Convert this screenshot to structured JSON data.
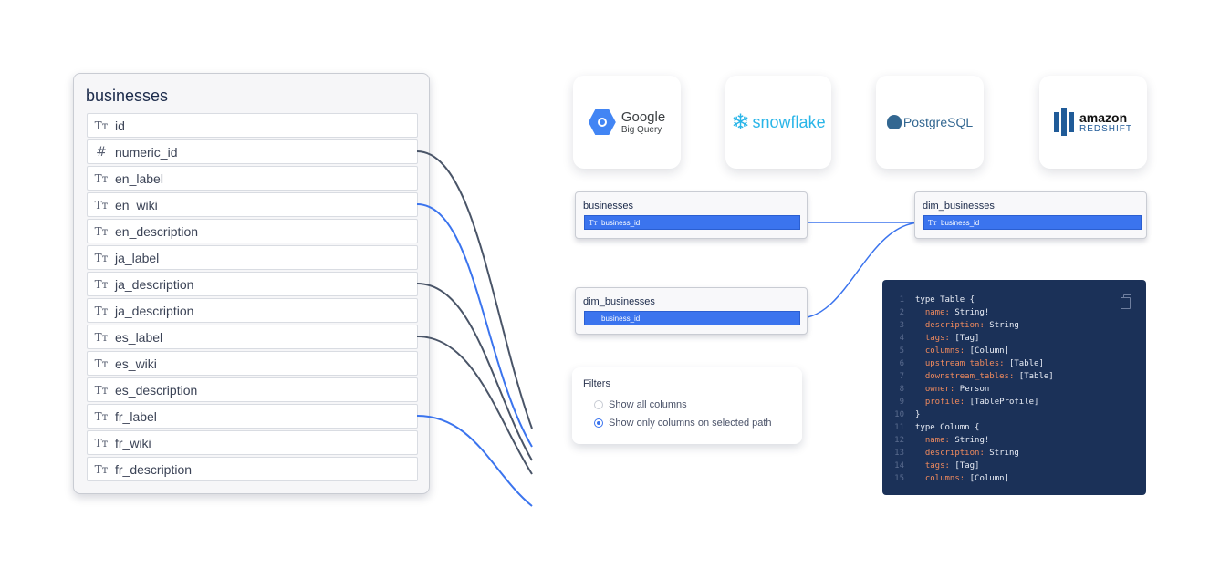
{
  "main_table": {
    "title": "businesses",
    "columns": [
      {
        "icon": "Tт",
        "name": "id"
      },
      {
        "icon": "#",
        "name": "numeric_id"
      },
      {
        "icon": "Tт",
        "name": "en_label"
      },
      {
        "icon": "Tт",
        "name": "en_wiki"
      },
      {
        "icon": "Tт",
        "name": "en_description"
      },
      {
        "icon": "Tт",
        "name": "ja_label"
      },
      {
        "icon": "Tт",
        "name": "ja_description"
      },
      {
        "icon": "Tт",
        "name": "ja_description"
      },
      {
        "icon": "Tт",
        "name": "es_label"
      },
      {
        "icon": "Tт",
        "name": "es_wiki"
      },
      {
        "icon": "Tт",
        "name": "es_description"
      },
      {
        "icon": "Tт",
        "name": "fr_label"
      },
      {
        "icon": "Tт",
        "name": "fr_wiki"
      },
      {
        "icon": "Tт",
        "name": "fr_description"
      }
    ]
  },
  "logos": {
    "google": {
      "line1": "Google",
      "line2": "Big Query"
    },
    "snowflake": {
      "icon": "❄",
      "text": "snowflake"
    },
    "postgres": {
      "text": "PostgreSQL"
    },
    "redshift": {
      "line1": "amazon",
      "line2": "REDSHIFT"
    }
  },
  "lineage": {
    "source": {
      "title": "businesses",
      "icon": "Tт",
      "column": "business_id"
    },
    "target": {
      "title": "dim_businesses",
      "icon": "Tт",
      "column": "business_id"
    },
    "second": {
      "title": "dim_businesses",
      "icon": "",
      "column": "business_id"
    }
  },
  "filters": {
    "title": "Filters",
    "options": [
      {
        "label": "Show all columns",
        "selected": false
      },
      {
        "label": "Show only columns on selected path",
        "selected": true
      }
    ]
  },
  "code": {
    "lines": [
      {
        "n": "1",
        "k": "",
        "t": "type Table {"
      },
      {
        "n": "2",
        "k": "  name:",
        "t": " String!"
      },
      {
        "n": "3",
        "k": "  description:",
        "t": " String"
      },
      {
        "n": "4",
        "k": "  tags:",
        "t": " [Tag]"
      },
      {
        "n": "5",
        "k": "  columns:",
        "t": " [Column]"
      },
      {
        "n": "6",
        "k": "  upstream_tables:",
        "t": " [Table]"
      },
      {
        "n": "7",
        "k": "  downstream_tables:",
        "t": " [Table]"
      },
      {
        "n": "8",
        "k": "  owner:",
        "t": " Person"
      },
      {
        "n": "9",
        "k": "  profile:",
        "t": " [TableProfile]"
      },
      {
        "n": "10",
        "k": "",
        "t": "}"
      },
      {
        "n": "11",
        "k": "",
        "t": "type Column {"
      },
      {
        "n": "12",
        "k": "  name:",
        "t": " String!"
      },
      {
        "n": "13",
        "k": "  description:",
        "t": " String"
      },
      {
        "n": "14",
        "k": "  tags:",
        "t": " [Tag]"
      },
      {
        "n": "15",
        "k": "  columns:",
        "t": " [Column]"
      }
    ]
  },
  "colors": {
    "accent": "#3b74ee",
    "line_dark": "#4a5568",
    "line_blue": "#3b74ee",
    "code_bg": "#1b3158"
  }
}
